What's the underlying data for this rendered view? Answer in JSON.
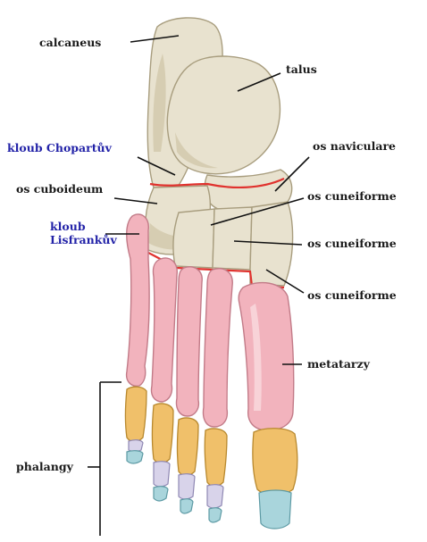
{
  "labels": {
    "calcaneus": "calcaneus",
    "talus": "talus",
    "chopart": "kloub Chopartův",
    "naviculare": "os naviculare",
    "cuboideum": "os cuboideum",
    "cuneiforme_1": "os cuneiforme",
    "lisfranc_line1": "kloub",
    "lisfranc_line2": "Lisfrankův",
    "cuneiforme_2": "os cuneiforme",
    "cuneiforme_3": "os cuneiforme",
    "metatarzy": "metatarzy",
    "phalangy": "phalangy"
  },
  "colors": {
    "tarsal_bone": "#e8e2cf",
    "metatarsal_bone": "#f2b3bd",
    "proximal_phalanx": "#f0c06a",
    "middle_phalanx": "#d8d3ea",
    "distal_phalanx": "#a9d5dc",
    "joint_line": "#e0322e",
    "joint_label": "#2323a8"
  }
}
